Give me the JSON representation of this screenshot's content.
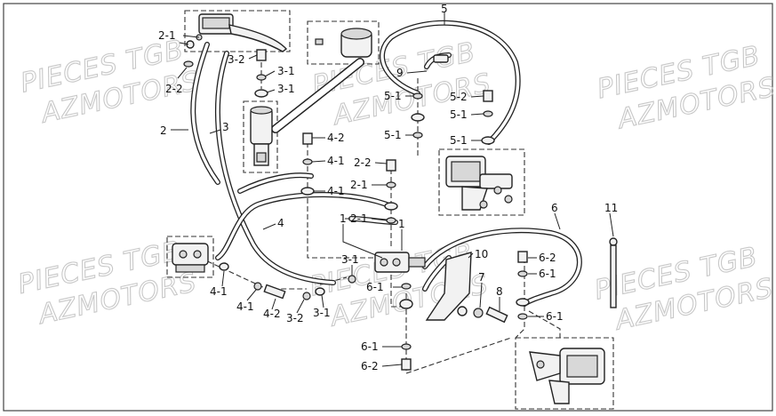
{
  "watermark": {
    "line1": "PIECES TGB",
    "line2": "AZMOTORS"
  },
  "labels": {
    "l_2_1": "2-1",
    "l_2_2": "2-2",
    "l_2": "2",
    "l_3": "3",
    "l_3_2_top": "3-2",
    "l_3_1_top_a": "3-1",
    "l_3_1_top_b": "3-1",
    "l_5": "5",
    "l_9": "9",
    "l_5_1_a": "5-1",
    "l_5_1_b": "5-1",
    "l_5_2": "5-2",
    "l_5_1_c": "5-1",
    "l_5_1_d": "5-1",
    "l_4_2_top": "4-2",
    "l_4_1_a": "4-1",
    "l_4_1_b": "4-1",
    "l_2_2_mid": "2-2",
    "l_2_1_mid_a": "2-1",
    "l_2_1_mid_b": "2-1",
    "l_1_a": "1",
    "l_1_b": "1",
    "l_4": "4",
    "l_6": "6",
    "l_11": "11",
    "l_10": "10",
    "l_6_2_a": "6-2",
    "l_6_1_a": "6-1",
    "l_3_1_low": "3-1",
    "l_6_1_b": "6-1",
    "l_7": "7",
    "l_8": "8",
    "l_6_1_c": "6-1",
    "l_4_1_low_a": "4-1",
    "l_4_1_low_b": "4-1",
    "l_4_2_low": "4-2",
    "l_3_2_low": "3-2",
    "l_3_1_low_b": "3-1",
    "l_6_1_d": "6-1",
    "l_6_2_b": "6-2"
  }
}
